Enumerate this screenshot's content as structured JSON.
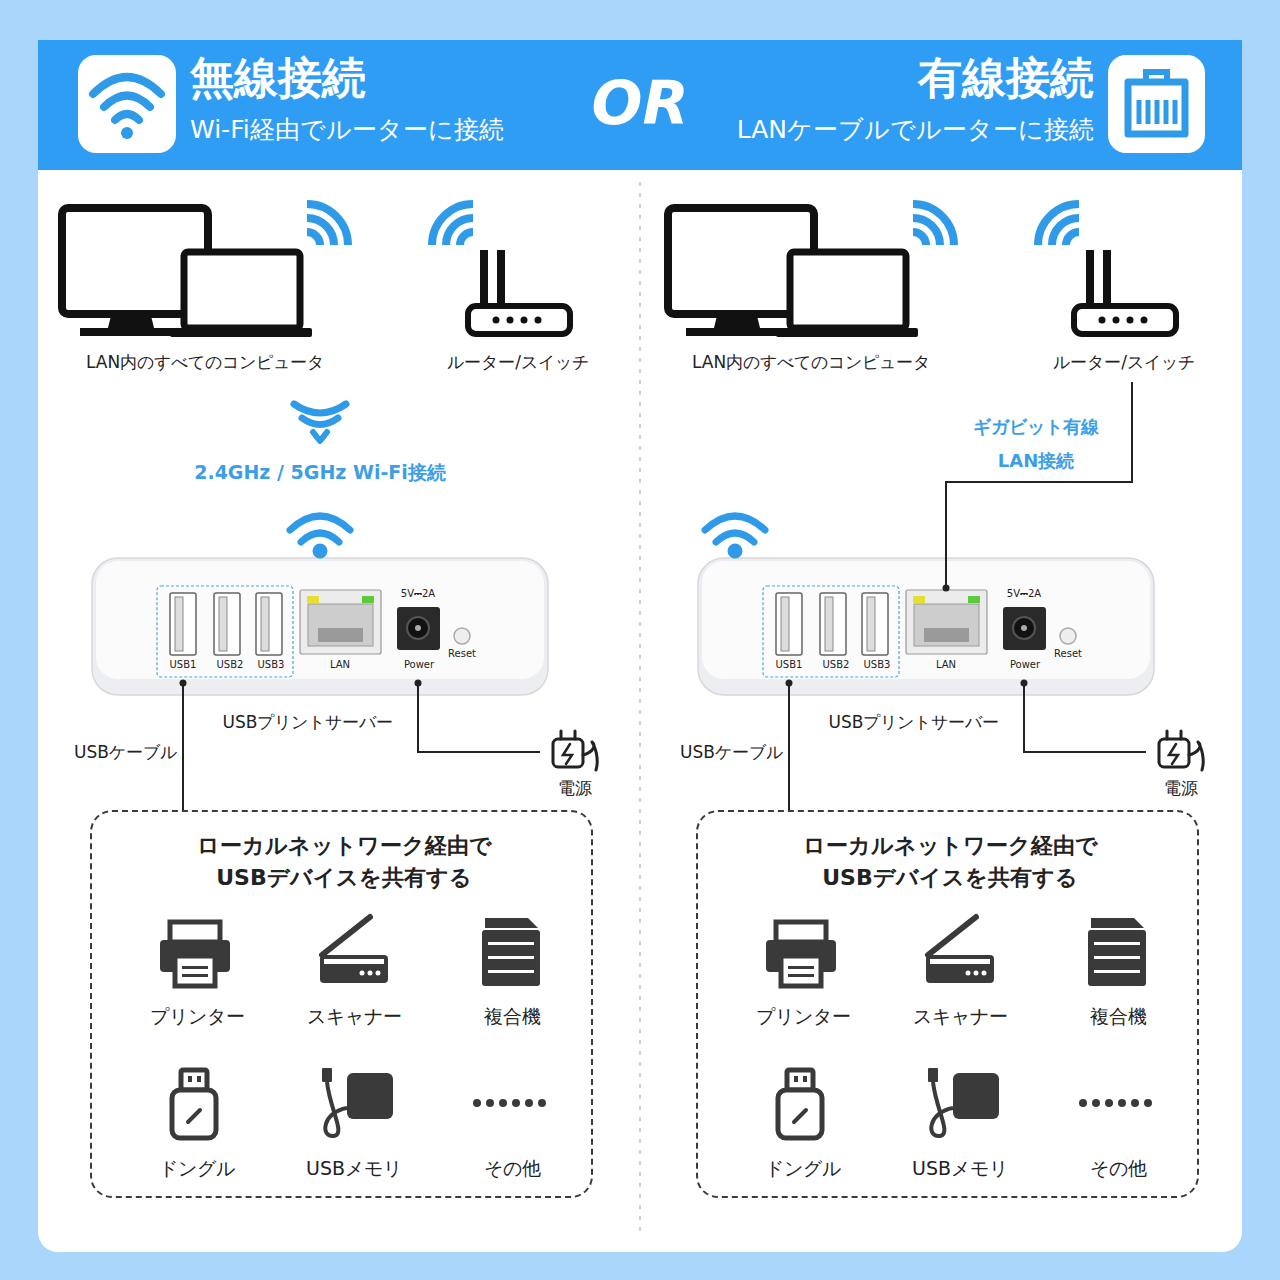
{
  "diagram": {
    "nodes": [
      {
        "text": [
          "無線接続",
          "Wi-Fi経由でルーターに接続",
          "OR",
          "有線接続",
          "LANケーブルでルーターに接続"
        ]
      },
      {
        "text": [
          "LAN内のすべてのコンピュータ"
        ]
      },
      {
        "text": [
          "ルーター/スイッチ"
        ]
      },
      {
        "text": [
          "USBプリントサーバー",
          "USB1",
          "USB2",
          "USB3",
          "LAN",
          "5V⎓2A",
          "Power",
          "Reset"
        ]
      },
      {
        "text": [
          "電源"
        ]
      },
      {
        "text": [
          "ローカルネットワーク経由で USBデバイスを共有する",
          "プリンター",
          "スキャナー",
          "複合機",
          "ドングル",
          "USBメモリ",
          "その他"
        ]
      },
      {
        "text": [
          "LAN内のすべてのコンピュータ"
        ]
      },
      {
        "text": [
          "ルーター/スイッチ"
        ]
      },
      {
        "text": [
          "USBプリントサーバー",
          "USB1",
          "USB2",
          "USB3",
          "LAN",
          "5V⎓2A",
          "Power",
          "Reset"
        ]
      },
      {
        "text": [
          "電源"
        ]
      },
      {
        "text": [
          "ローカルネットワーク経由で USBデバイスを共有する",
          "プリンター",
          "スキャナー",
          "複合機",
          "ドングル",
          "USBメモリ",
          "その他"
        ]
      }
    ],
    "edges": [
      {
        "from": 3,
        "to": 5,
        "label": "USBケーブル",
        "arrow": "none"
      },
      {
        "from": 3,
        "to": 4,
        "arrow": "none"
      },
      {
        "from": 7,
        "to": 8,
        "label": "ギガビット有線 LAN接続",
        "arrow": "none"
      },
      {
        "from": 8,
        "to": 10,
        "label": "USBケーブル",
        "arrow": "none"
      },
      {
        "from": 8,
        "to": 9,
        "arrow": "none"
      }
    ],
    "labels": [
      "2.4GHz / 5GHz Wi-Fi接続"
    ]
  }
}
